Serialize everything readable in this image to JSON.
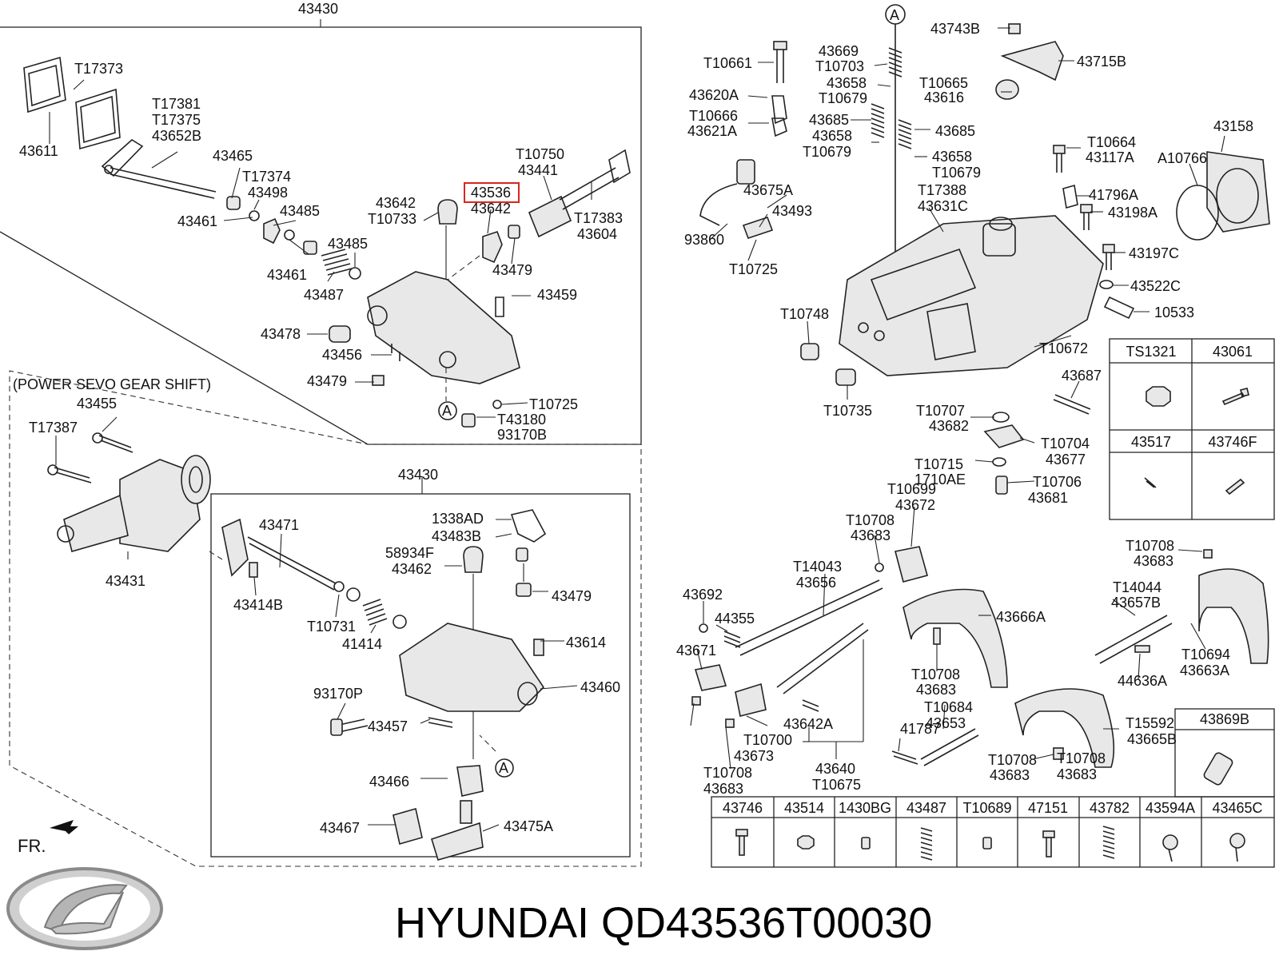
{
  "brand": {
    "text": "HYUNDAI QD43536T00030",
    "logo_name": "Hyundai"
  },
  "section_caption": "(POWER SEVO GEAR SHIFT)",
  "orientation_label": "FR.",
  "highlighted_part": "43536",
  "part_labels": [
    "43430",
    "T17373",
    "43611",
    "T17381",
    "T17375",
    "43652B",
    "43465",
    "T17374",
    "43498",
    "43485",
    "43461",
    "43485",
    "43461",
    "43487",
    "T10750",
    "43441",
    "43536",
    "43642",
    "43642",
    "T10733",
    "T17383",
    "43604",
    "43479",
    "43459",
    "43478",
    "43456",
    "43479",
    "A",
    "T10725",
    "T43180",
    "93170B",
    "43455",
    "T17387",
    "43431",
    "43430",
    "43471",
    "1338AD",
    "43483B",
    "58934F",
    "43462",
    "43479",
    "43414B",
    "T10731",
    "41414",
    "43614",
    "43460",
    "93170P",
    "43457",
    "A",
    "43466",
    "43467",
    "43475A",
    "A",
    "43743B",
    "43715B",
    "T10661",
    "43669",
    "T10703",
    "43658",
    "T10679",
    "43620A",
    "T10665",
    "43616",
    "T10666",
    "43621A",
    "43685",
    "43685",
    "43658",
    "T10679",
    "43658",
    "T10679",
    "43158",
    "T10664",
    "43117A",
    "A10766",
    "43675A",
    "T17388",
    "43631C",
    "41796A",
    "43493",
    "43198A",
    "93860",
    "T10725",
    "43197C",
    "43522C",
    "T10748",
    "10533",
    "T10672",
    "43687",
    "T10735",
    "T10707",
    "43682",
    "T10704",
    "43677",
    "T10715",
    "1710AE",
    "T10706",
    "43681",
    "T10699",
    "43672",
    "T10708",
    "43683",
    "T10708",
    "43683",
    "T14043",
    "43656",
    "T14044",
    "43657B",
    "43692",
    "44355",
    "43666A",
    "43671",
    "T10708",
    "43683",
    "T10694",
    "43663A",
    "44636A",
    "T10708",
    "43683",
    "T10700",
    "43673",
    "43642A",
    "T10684",
    "43653",
    "41787",
    "T15592",
    "43665B",
    "T10708",
    "43683",
    "43640",
    "T10675",
    "T10708",
    "43683"
  ],
  "table_upper": {
    "headers": [
      "TS1321",
      "43061",
      "43517",
      "43746F"
    ],
    "icons": [
      "nut-icon",
      "bolt-icon",
      "pin-icon",
      "dowel-icon"
    ]
  },
  "single_box": {
    "header": "43869B",
    "icon": "switch-icon"
  },
  "table_lower": {
    "headers": [
      "43746",
      "43514",
      "1430BG",
      "43487",
      "T10689",
      "47151",
      "43782",
      "43594A",
      "43465C"
    ],
    "icons": [
      "bolt-icon",
      "nut-icon",
      "bushing-icon",
      "spring-icon",
      "bushing-icon",
      "bolt-icon",
      "spring-icon",
      "ball-joint-icon",
      "ball-joint-icon"
    ]
  }
}
